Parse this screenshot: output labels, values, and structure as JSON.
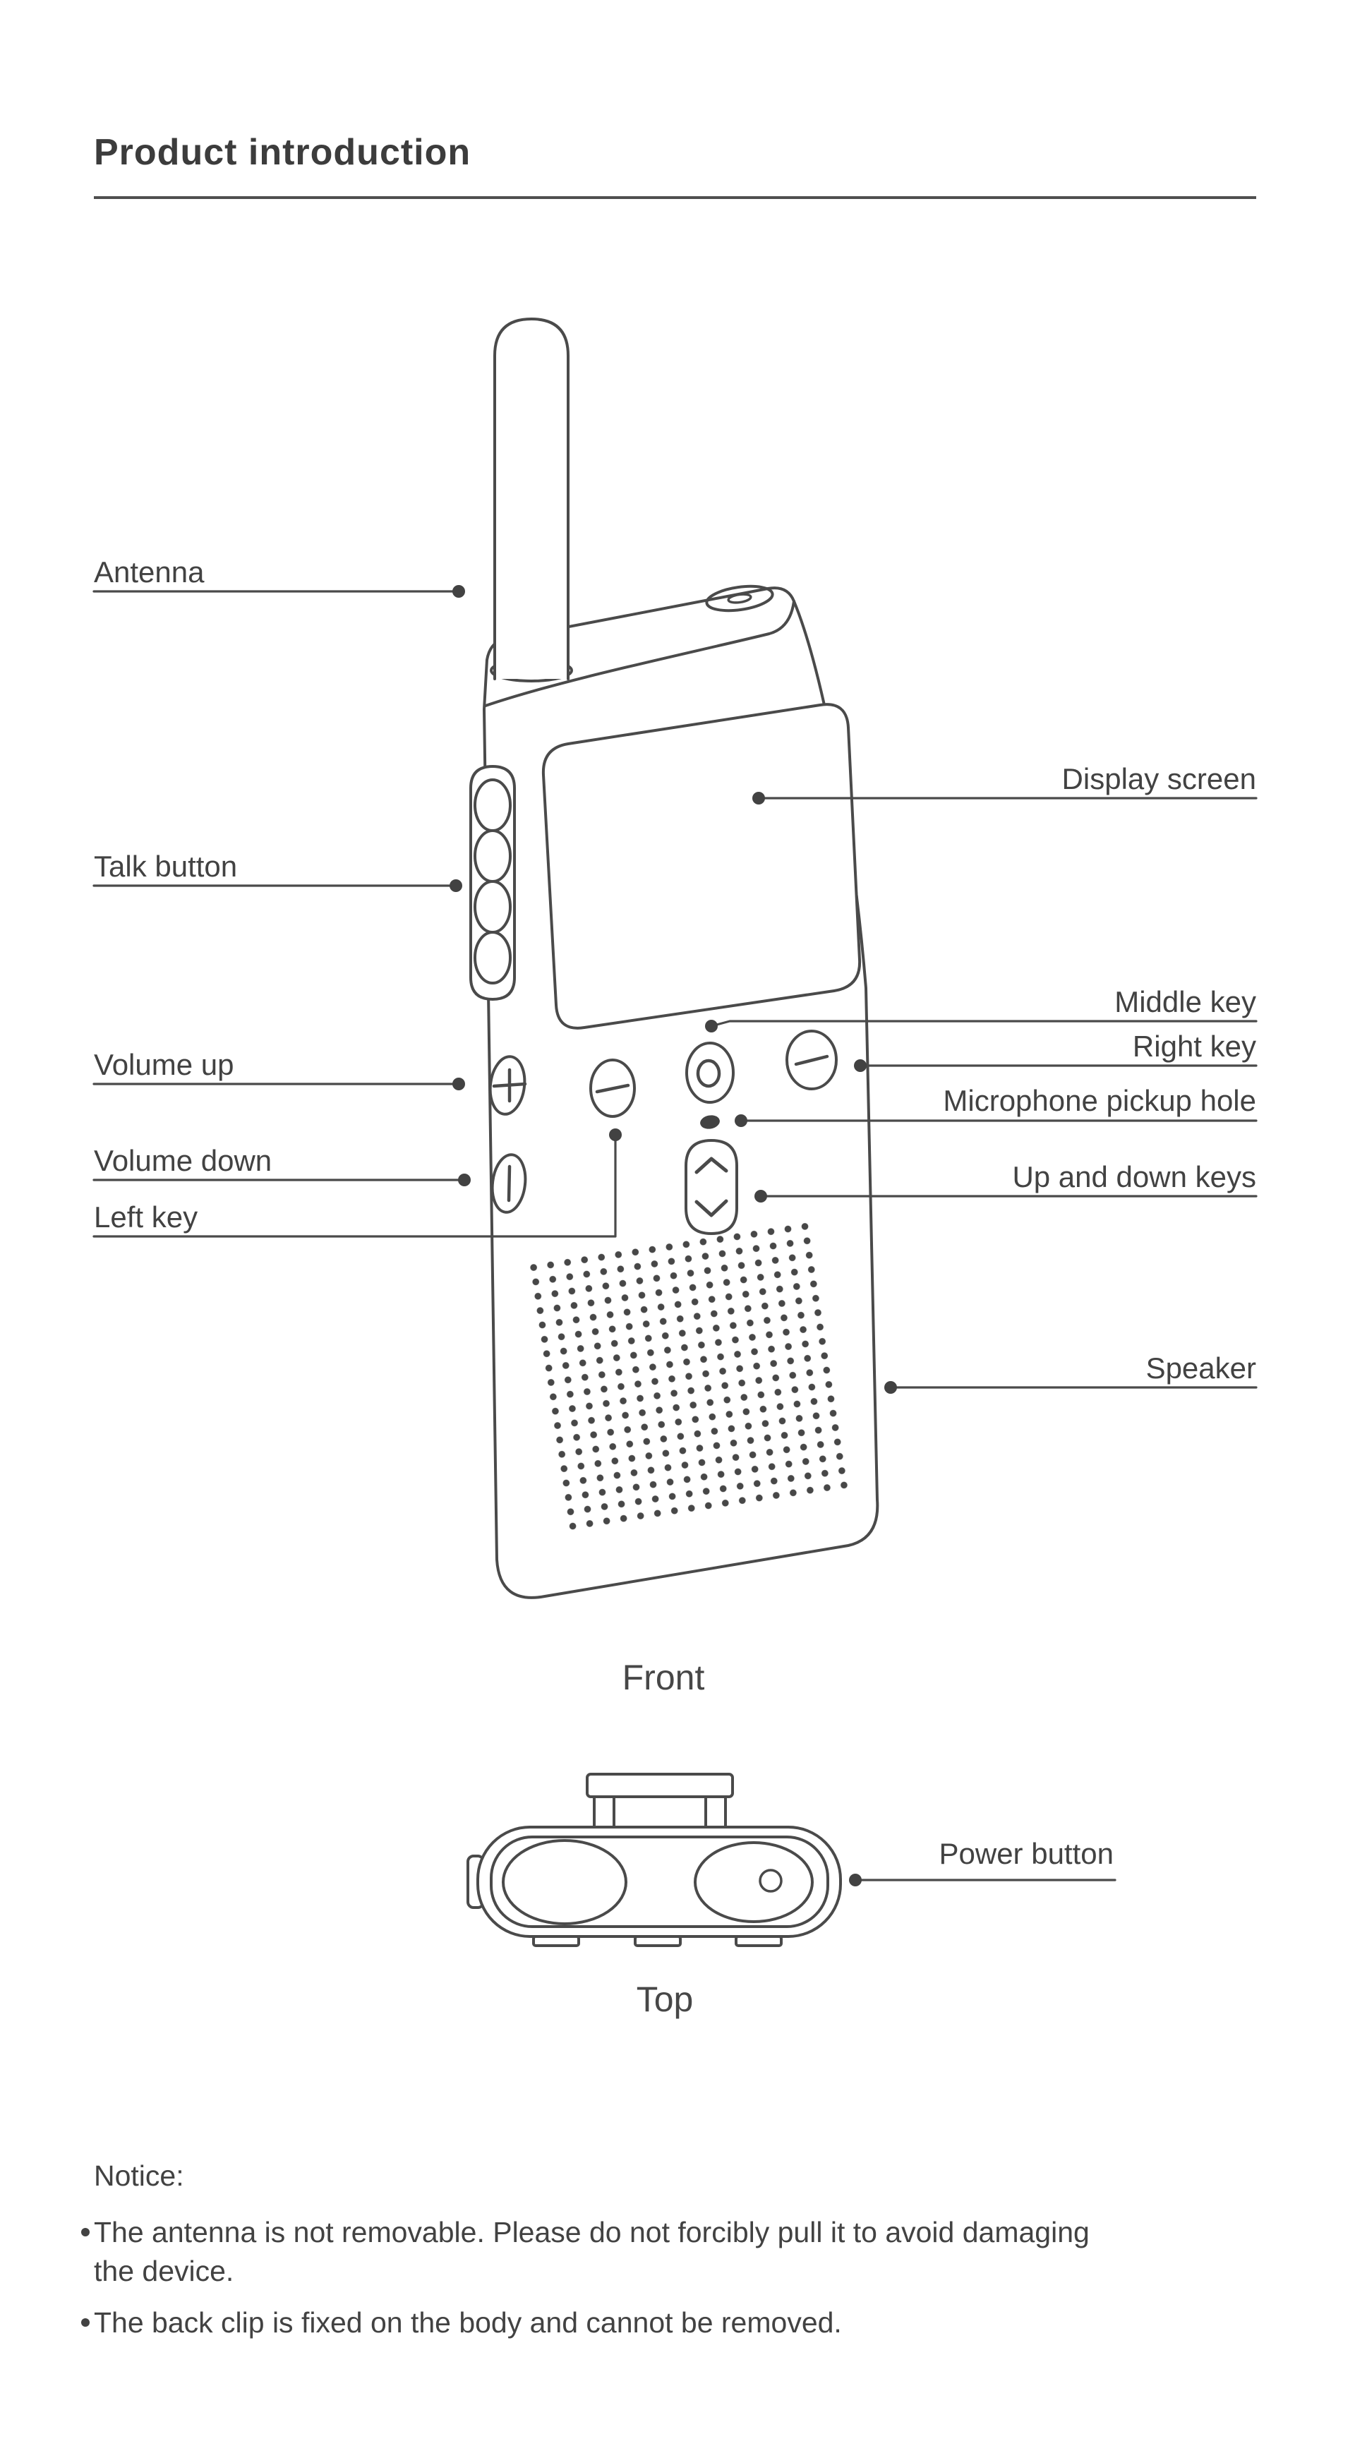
{
  "page": {
    "title": "Product introduction"
  },
  "front_view": {
    "caption": "Front",
    "labels_left": [
      {
        "id": "antenna",
        "text": "Antenna"
      },
      {
        "id": "talk-button",
        "text": "Talk button"
      },
      {
        "id": "volume-up",
        "text": "Volume up"
      },
      {
        "id": "volume-down",
        "text": "Volume down"
      },
      {
        "id": "left-key",
        "text": "Left key"
      }
    ],
    "labels_right": [
      {
        "id": "display-screen",
        "text": "Display screen"
      },
      {
        "id": "middle-key",
        "text": "Middle key"
      },
      {
        "id": "right-key",
        "text": "Right key"
      },
      {
        "id": "microphone-pickup-hole",
        "text": "Microphone pickup hole"
      },
      {
        "id": "up-and-down-keys",
        "text": "Up and down keys"
      },
      {
        "id": "speaker",
        "text": "Speaker"
      }
    ]
  },
  "top_view": {
    "caption": "Top",
    "labels_right": [
      {
        "id": "power-button",
        "text": "Power button"
      }
    ]
  },
  "notice": {
    "heading": "Notice:",
    "items": [
      "The antenna is not removable. Please do not forcibly pull it to avoid damaging the device.",
      "The back clip is fixed on the body and cannot be removed."
    ]
  },
  "icons": {
    "volume_up_glyph": "plus-icon",
    "volume_down_glyph": "bar-icon",
    "left_key_glyph": "minus-icon",
    "right_key_glyph": "minus-icon",
    "up_down_glyphs": "chevron-up-icon chevron-down-icon"
  },
  "colors": {
    "line": "#4a4a4a",
    "text": "#424242",
    "title": "#3c3c3c",
    "background": "#ffffff"
  }
}
